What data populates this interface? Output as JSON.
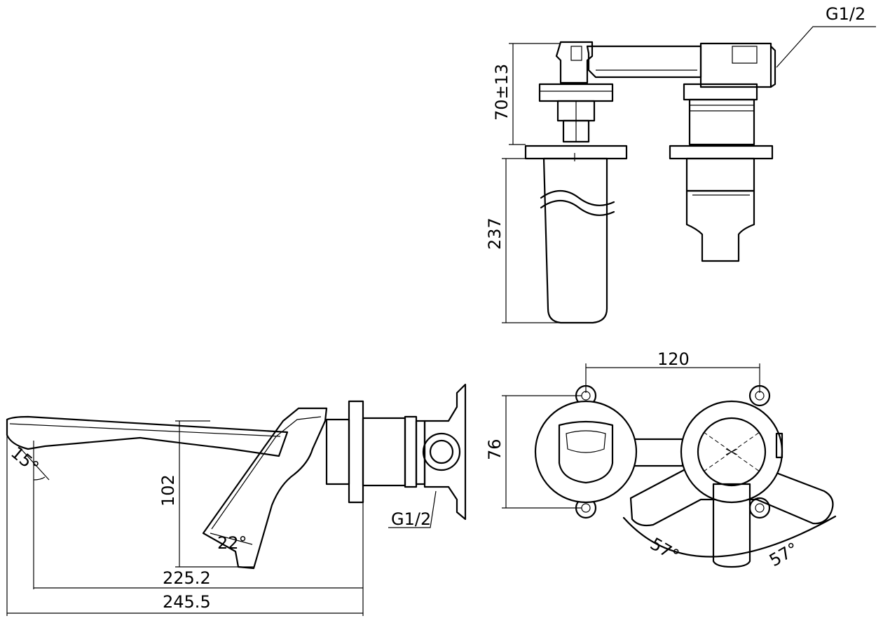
{
  "top_view": {
    "thread_label": "G1/2",
    "dim_vertical_upper": "70±13",
    "dim_vertical_lower": "237"
  },
  "side_view": {
    "spout_angle": "15°",
    "handle_angle": "22°",
    "height_dim": "102",
    "length_dim_1": "225.2",
    "length_dim_2": "245.5",
    "thread_label": "G1/2"
  },
  "front_view": {
    "width_dim": "120",
    "height_dim": "76",
    "rotation_left": "57°",
    "rotation_right": "57°"
  }
}
